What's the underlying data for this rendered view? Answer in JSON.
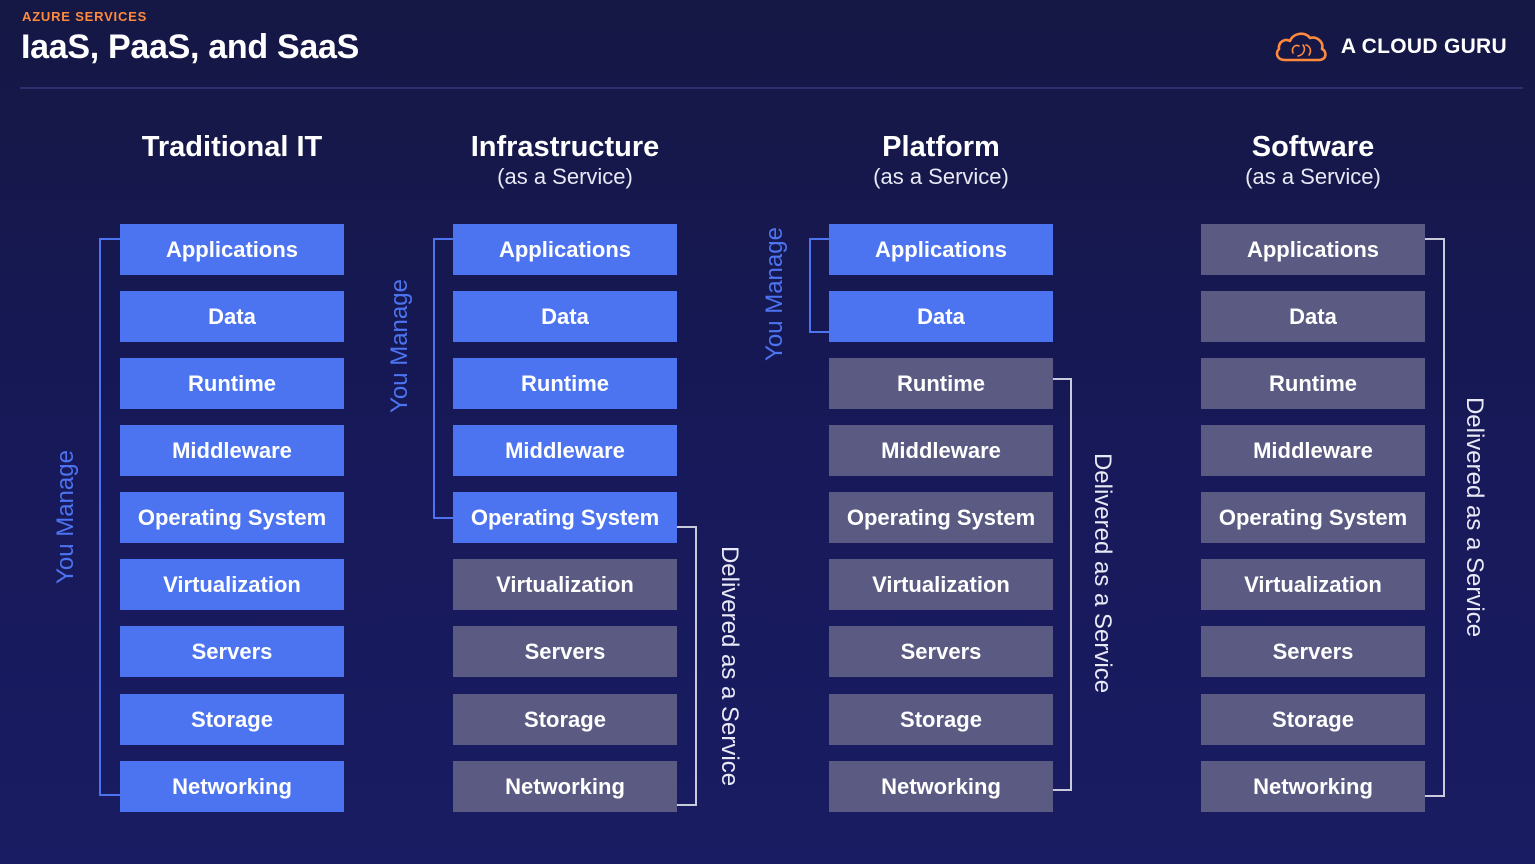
{
  "header": {
    "eyebrow": "AZURE SERVICES",
    "title": "IaaS, PaaS, and SaaS",
    "brand": "A CLOUD GURU",
    "brand_icon": "cloud-logo-icon",
    "colors": {
      "accent": "#ff8a3d",
      "managed": "#4c74f0",
      "service": "#5a5a82",
      "background": "#161850"
    }
  },
  "columns": [
    {
      "title": "Traditional IT",
      "subtitle": "",
      "layers": [
        {
          "label": "Applications",
          "managed": true
        },
        {
          "label": "Data",
          "managed": true
        },
        {
          "label": "Runtime",
          "managed": true
        },
        {
          "label": "Middleware",
          "managed": true
        },
        {
          "label": "Operating System",
          "managed": true
        },
        {
          "label": "Virtualization",
          "managed": true
        },
        {
          "label": "Servers",
          "managed": true
        },
        {
          "label": "Storage",
          "managed": true
        },
        {
          "label": "Networking",
          "managed": true
        }
      ],
      "you_manage": "You Manage",
      "delivered": ""
    },
    {
      "title": "Infrastructure",
      "subtitle": "(as a Service)",
      "layers": [
        {
          "label": "Applications",
          "managed": true
        },
        {
          "label": "Data",
          "managed": true
        },
        {
          "label": "Runtime",
          "managed": true
        },
        {
          "label": "Middleware",
          "managed": true
        },
        {
          "label": "Operating System",
          "managed": true
        },
        {
          "label": "Virtualization",
          "managed": false
        },
        {
          "label": "Servers",
          "managed": false
        },
        {
          "label": "Storage",
          "managed": false
        },
        {
          "label": "Networking",
          "managed": false
        }
      ],
      "you_manage": "You Manage",
      "delivered": "Delivered as a Service"
    },
    {
      "title": "Platform",
      "subtitle": "(as a Service)",
      "layers": [
        {
          "label": "Applications",
          "managed": true
        },
        {
          "label": "Data",
          "managed": true
        },
        {
          "label": "Runtime",
          "managed": false
        },
        {
          "label": "Middleware",
          "managed": false
        },
        {
          "label": "Operating System",
          "managed": false
        },
        {
          "label": "Virtualization",
          "managed": false
        },
        {
          "label": "Servers",
          "managed": false
        },
        {
          "label": "Storage",
          "managed": false
        },
        {
          "label": "Networking",
          "managed": false
        }
      ],
      "you_manage": "You Manage",
      "delivered": "Delivered as a Service"
    },
    {
      "title": "Software",
      "subtitle": "(as a Service)",
      "layers": [
        {
          "label": "Applications",
          "managed": false
        },
        {
          "label": "Data",
          "managed": false
        },
        {
          "label": "Runtime",
          "managed": false
        },
        {
          "label": "Middleware",
          "managed": false
        },
        {
          "label": "Operating System",
          "managed": false
        },
        {
          "label": "Virtualization",
          "managed": false
        },
        {
          "label": "Servers",
          "managed": false
        },
        {
          "label": "Storage",
          "managed": false
        },
        {
          "label": "Networking",
          "managed": false
        }
      ],
      "you_manage": "",
      "delivered": "Delivered as a Service"
    }
  ]
}
